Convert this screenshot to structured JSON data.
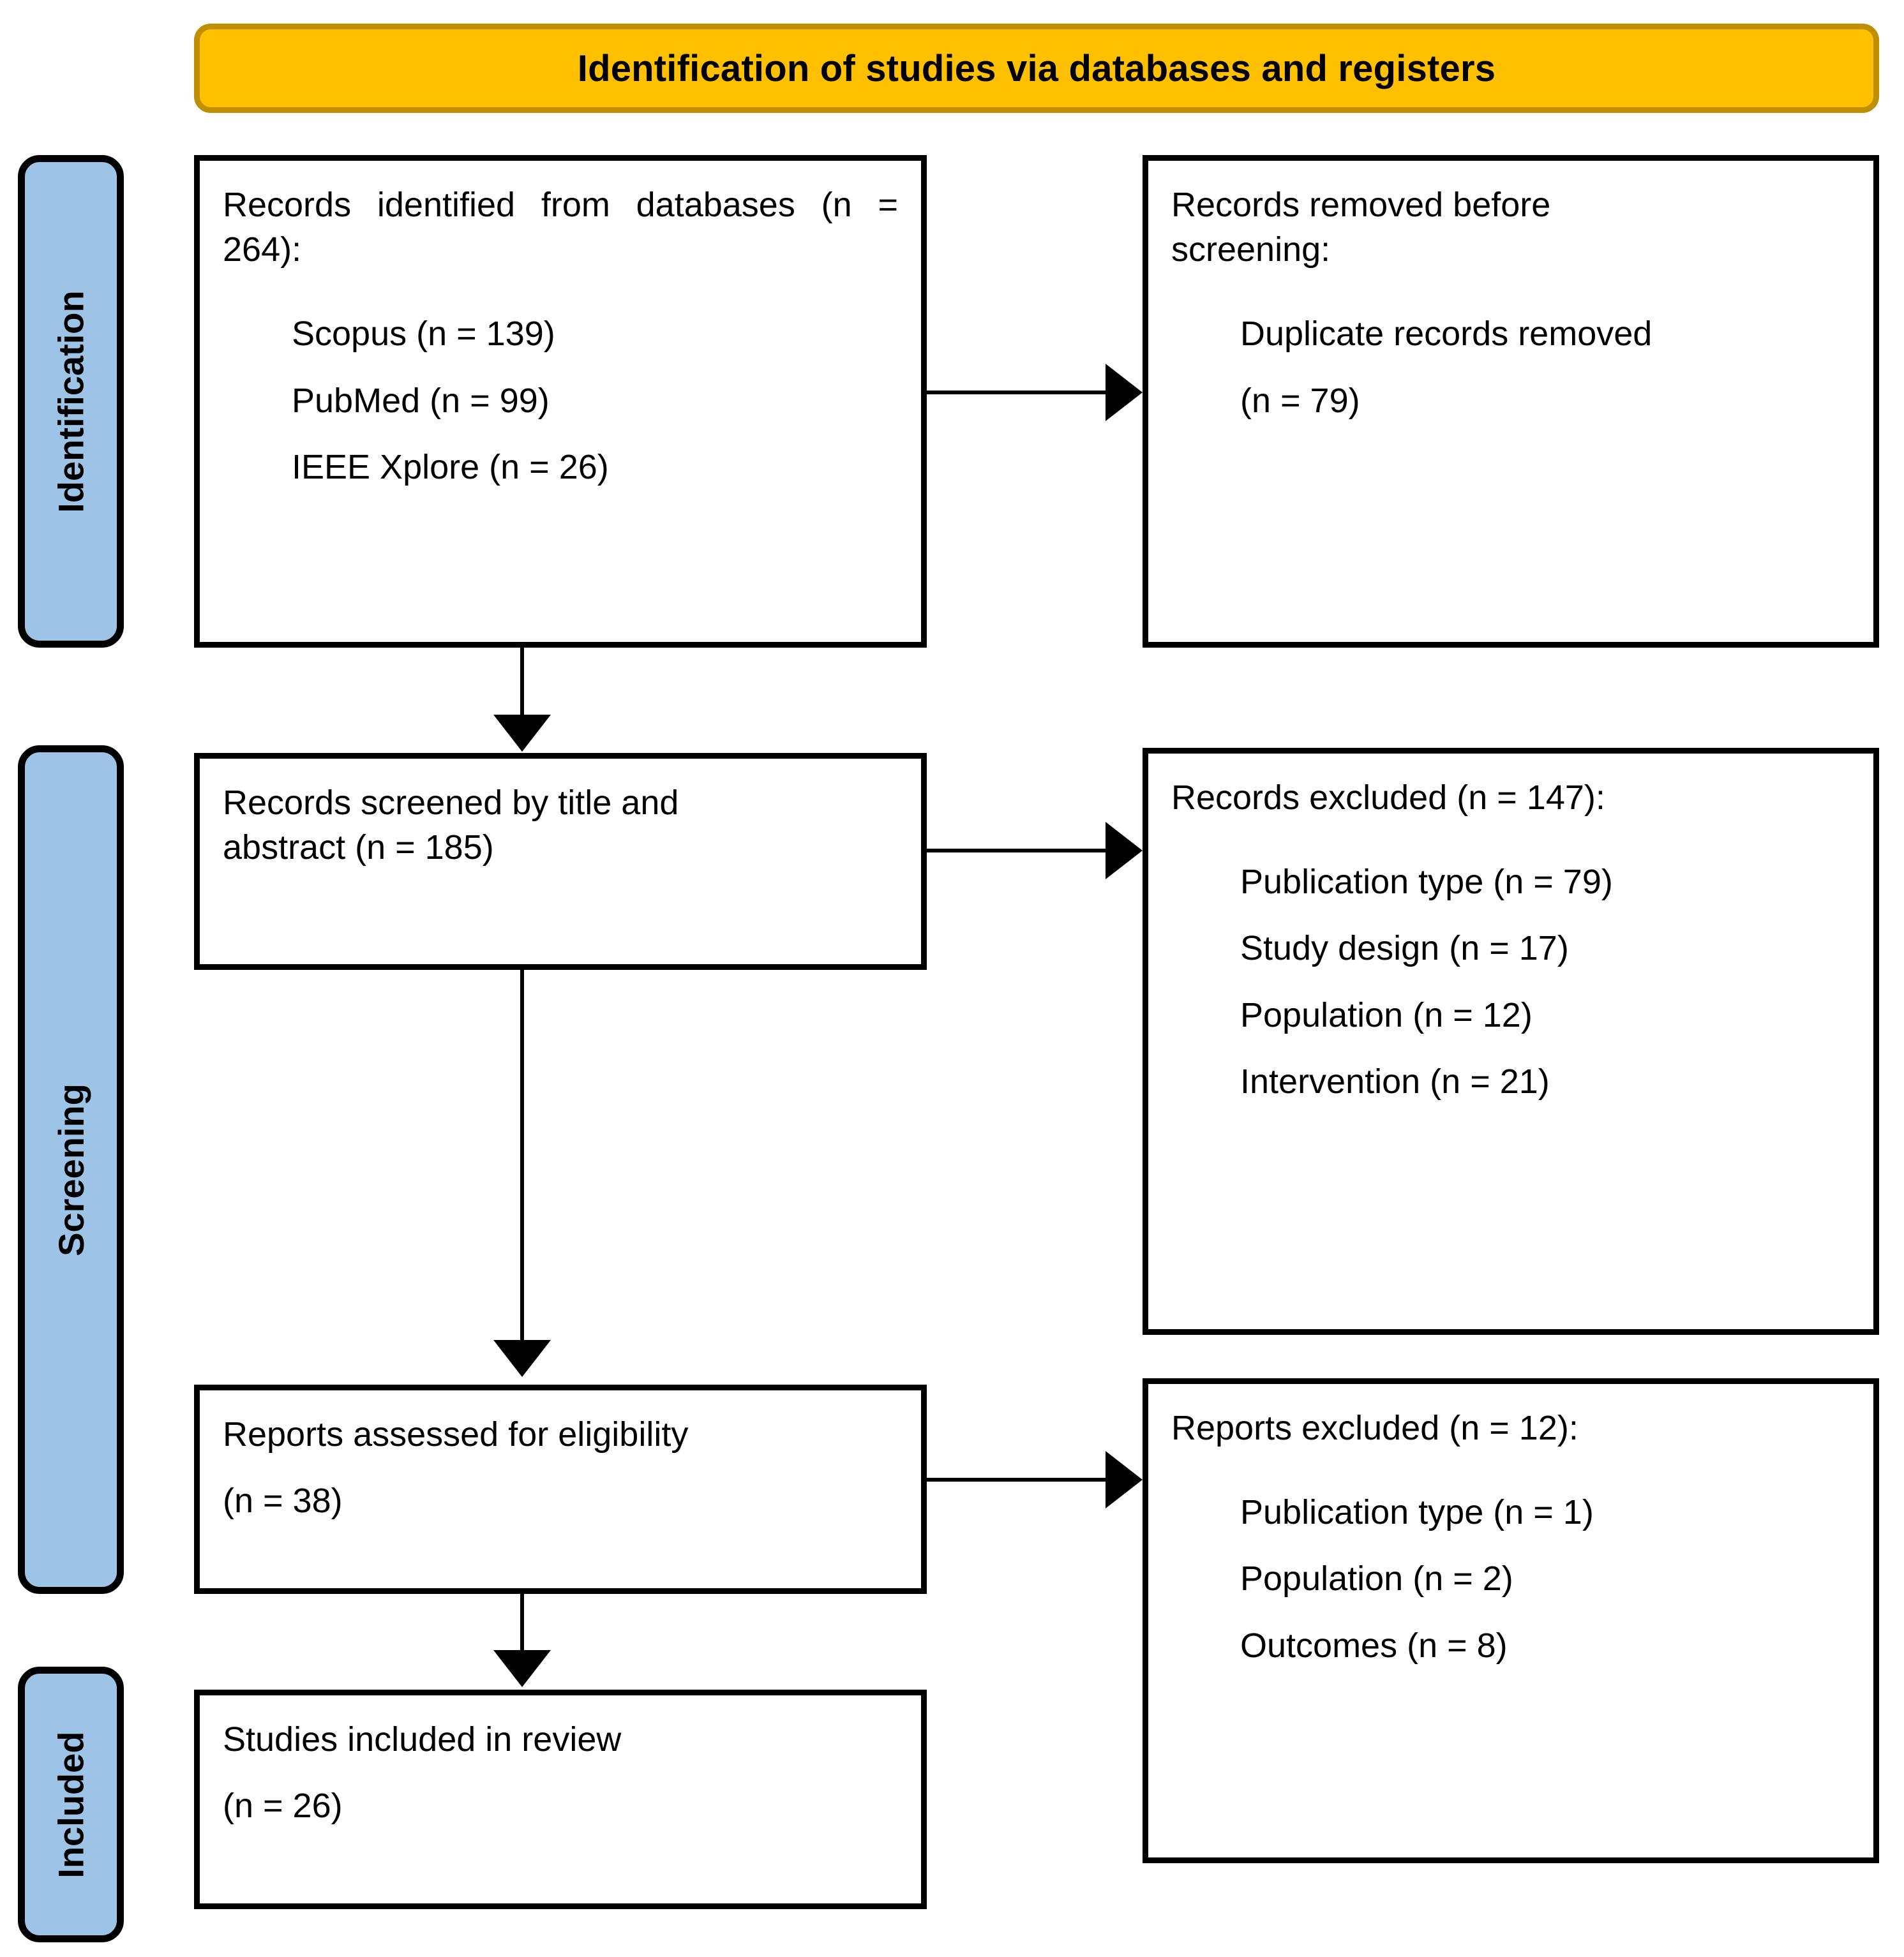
{
  "banner": {
    "title": "Identification of studies via databases and registers",
    "fill_color": "#FFC000",
    "border_color": "#BF8F00"
  },
  "stages": [
    {
      "label": "Identification"
    },
    {
      "label": "Screening"
    },
    {
      "label": "Included"
    }
  ],
  "stage_color": "#9DC3E6",
  "boxes": {
    "identified": {
      "heading": "Records identified from databases (n = 264):",
      "items": [
        "Scopus (n = 139)",
        "PubMed (n = 99)",
        "IEEE Xplore (n = 26)"
      ]
    },
    "removed": {
      "heading_line1": "Records removed before",
      "heading_line2": "screening:",
      "item_line1": "Duplicate records removed",
      "item_line2": "(n = 79)"
    },
    "screened": {
      "line1": "Records screened by title and",
      "line2": "abstract (n = 185)"
    },
    "records_excluded": {
      "heading": "Records excluded (n = 147):",
      "items": [
        "Publication type (n = 79)",
        "Study design (n = 17)",
        "Population (n = 12)",
        "Intervention  (n = 21)"
      ]
    },
    "assessed": {
      "line1": "Reports assessed for eligibility",
      "line2": "(n = 38)"
    },
    "reports_excluded": {
      "heading": "Reports excluded (n = 12):",
      "items": [
        "Publication type (n = 1)",
        "Population (n = 2)",
        "Outcomes (n =  8)"
      ]
    },
    "included": {
      "line1": "Studies included in review",
      "line2": "(n = 26)"
    }
  },
  "chart_data": {
    "type": "diagram",
    "title": "Identification of studies via databases and registers",
    "nodes": [
      {
        "id": "identified",
        "stage": "Identification",
        "label": "Records identified from databases",
        "n": 264,
        "breakdown": [
          {
            "source": "Scopus",
            "n": 139
          },
          {
            "source": "PubMed",
            "n": 99
          },
          {
            "source": "IEEE Xplore",
            "n": 26
          }
        ]
      },
      {
        "id": "removed",
        "stage": "Identification",
        "label": "Records removed before screening",
        "breakdown": [
          {
            "reason": "Duplicate records removed",
            "n": 79
          }
        ]
      },
      {
        "id": "screened",
        "stage": "Screening",
        "label": "Records screened by title and abstract",
        "n": 185
      },
      {
        "id": "records_excluded",
        "stage": "Screening",
        "label": "Records excluded",
        "n": 147,
        "breakdown": [
          {
            "reason": "Publication type",
            "n": 79
          },
          {
            "reason": "Study design",
            "n": 17
          },
          {
            "reason": "Population",
            "n": 12
          },
          {
            "reason": "Intervention",
            "n": 21
          }
        ]
      },
      {
        "id": "assessed",
        "stage": "Screening",
        "label": "Reports assessed for eligibility",
        "n": 38
      },
      {
        "id": "reports_excluded",
        "stage": "Screening",
        "label": "Reports excluded",
        "n": 12,
        "breakdown": [
          {
            "reason": "Publication type",
            "n": 1
          },
          {
            "reason": "Population",
            "n": 2
          },
          {
            "reason": "Outcomes",
            "n": 8
          }
        ]
      },
      {
        "id": "included",
        "stage": "Included",
        "label": "Studies included in review",
        "n": 26
      }
    ],
    "edges": [
      {
        "from": "identified",
        "to": "screened",
        "direction": "down"
      },
      {
        "from": "identified",
        "to": "removed",
        "direction": "right"
      },
      {
        "from": "screened",
        "to": "assessed",
        "direction": "down"
      },
      {
        "from": "screened",
        "to": "records_excluded",
        "direction": "right"
      },
      {
        "from": "assessed",
        "to": "included",
        "direction": "down"
      },
      {
        "from": "assessed",
        "to": "reports_excluded",
        "direction": "right"
      }
    ]
  }
}
